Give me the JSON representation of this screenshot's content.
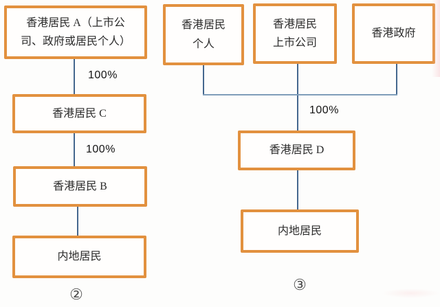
{
  "colors": {
    "box_border": "#e2913f",
    "line_vertical": "#44678e",
    "line_horizontal": "#7f9db9",
    "text": "#2b2b2b"
  },
  "left_diagram": {
    "caption": "②",
    "nodes": {
      "hk_resident_a": "香港居民 A（上市公\n司、政府或居民个人）",
      "hk_resident_c": "香港居民 C",
      "hk_resident_b": "香港居民 B",
      "mainland_resident": "内地居民"
    },
    "edge_labels": {
      "a_to_c": "100%",
      "c_to_b": "100%"
    }
  },
  "right_diagram": {
    "caption": "③",
    "nodes": {
      "hk_individual": "香港居民\n个人",
      "hk_listed_company": "香港居民\n上市公司",
      "hk_government": "香港政府",
      "hk_resident_d": "香港居民 D",
      "mainland_resident": "内地居民"
    },
    "edge_labels": {
      "group_to_d": "100%"
    }
  }
}
